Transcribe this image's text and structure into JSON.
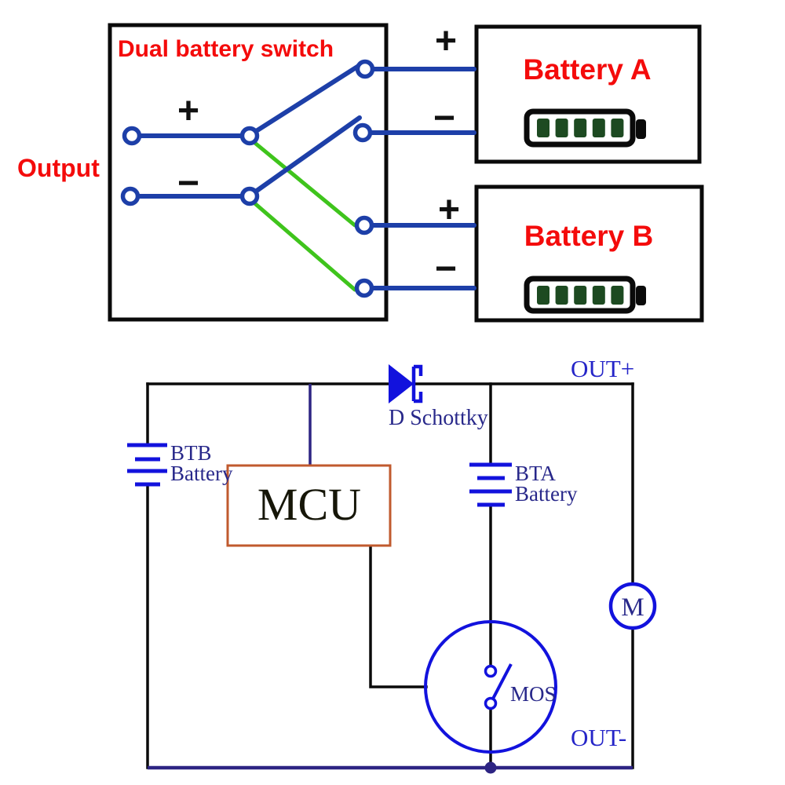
{
  "colors": {
    "red": "#f40b0b",
    "wire_blue": "#1d3fa8",
    "green": "#3fc41c",
    "symbol_blue": "#1212dd",
    "navy_text": "#28288a",
    "out_blue": "#2525c8",
    "mcu_border": "#c05a2e",
    "rail_navy": "#2d2483",
    "cell_green": "#1d4a21",
    "black": "#0a0a0a"
  },
  "top": {
    "title": "Dual battery switch",
    "output_label": "Output",
    "plus": "+",
    "minus": "−",
    "battery_a": {
      "label": "Battery A",
      "cells": 5
    },
    "battery_b": {
      "label": "Battery B",
      "cells": 5
    }
  },
  "schematic": {
    "out_plus": "OUT+",
    "out_minus": "OUT-",
    "diode_label": "D Schottky",
    "mcu_label": "MCU",
    "mos_label": "MOS",
    "motor_label": "M",
    "bta": {
      "name": "BTA",
      "type": "Battery"
    },
    "btb": {
      "name": "BTB",
      "type": "Battery"
    }
  }
}
